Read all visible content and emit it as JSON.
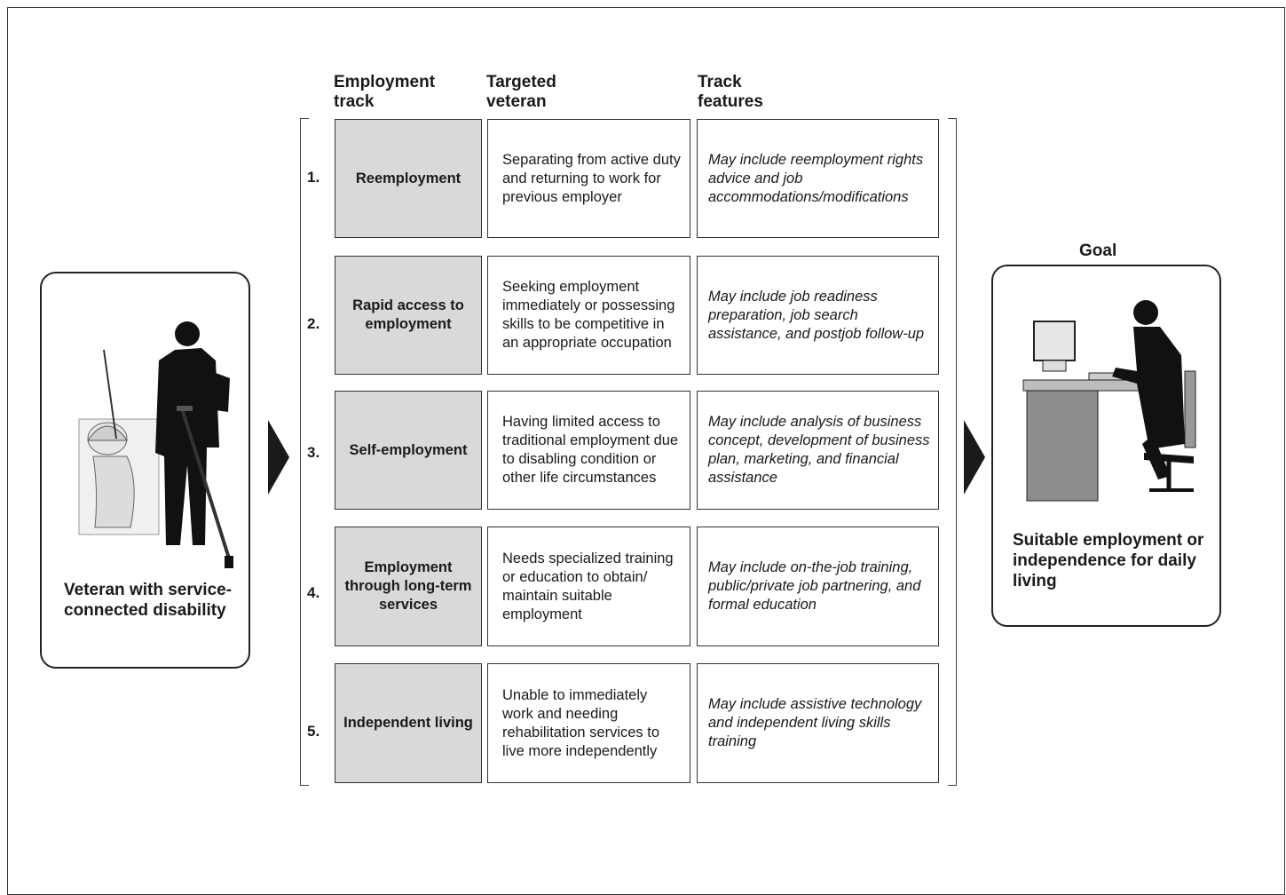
{
  "headers": {
    "track": "Employment\ntrack",
    "veteran": "Targeted\nveteran",
    "features": "Track\nfeatures"
  },
  "rows": [
    {
      "number": "1.",
      "track": "Reemployment",
      "veteran": "Separating from active duty and returning to work for previous employer",
      "features": "May include reemployment rights advice and job accommodations/modifications"
    },
    {
      "number": "2.",
      "track": "Rapid access to employment",
      "veteran": "Seeking employment immediately or possessing skills to be competitive in an appropriate occupation",
      "features": "May include job readiness preparation, job search assistance, and postjob follow-up"
    },
    {
      "number": "3.",
      "track": "Self-employment",
      "veteran": "Having limited access to traditional employment due to disabling condition or other life circumstances",
      "features": "May include analysis of business concept, development of business plan, marketing, and financial assistance"
    },
    {
      "number": "4.",
      "track": "Employment through long-term services",
      "veteran": "Needs specialized training or education to obtain/ maintain suitable employment",
      "features": "May include on-the-job training, public/private job partnering, and formal education"
    },
    {
      "number": "5.",
      "track": "Independent living",
      "veteran": "Unable to immediately work and needing rehabilitation services to live more independently",
      "features": "May include assistive technology and independent living skills training"
    }
  ],
  "left_box": {
    "label": "Veteran with service-connected disability"
  },
  "right_box": {
    "title": "Goal",
    "label": "Suitable employment or independence for daily living"
  },
  "colors": {
    "track_fill": "#d9d9d9",
    "ink": "#1a1a1a",
    "silhouette": "#111111",
    "desk": "#8c8c8c"
  }
}
